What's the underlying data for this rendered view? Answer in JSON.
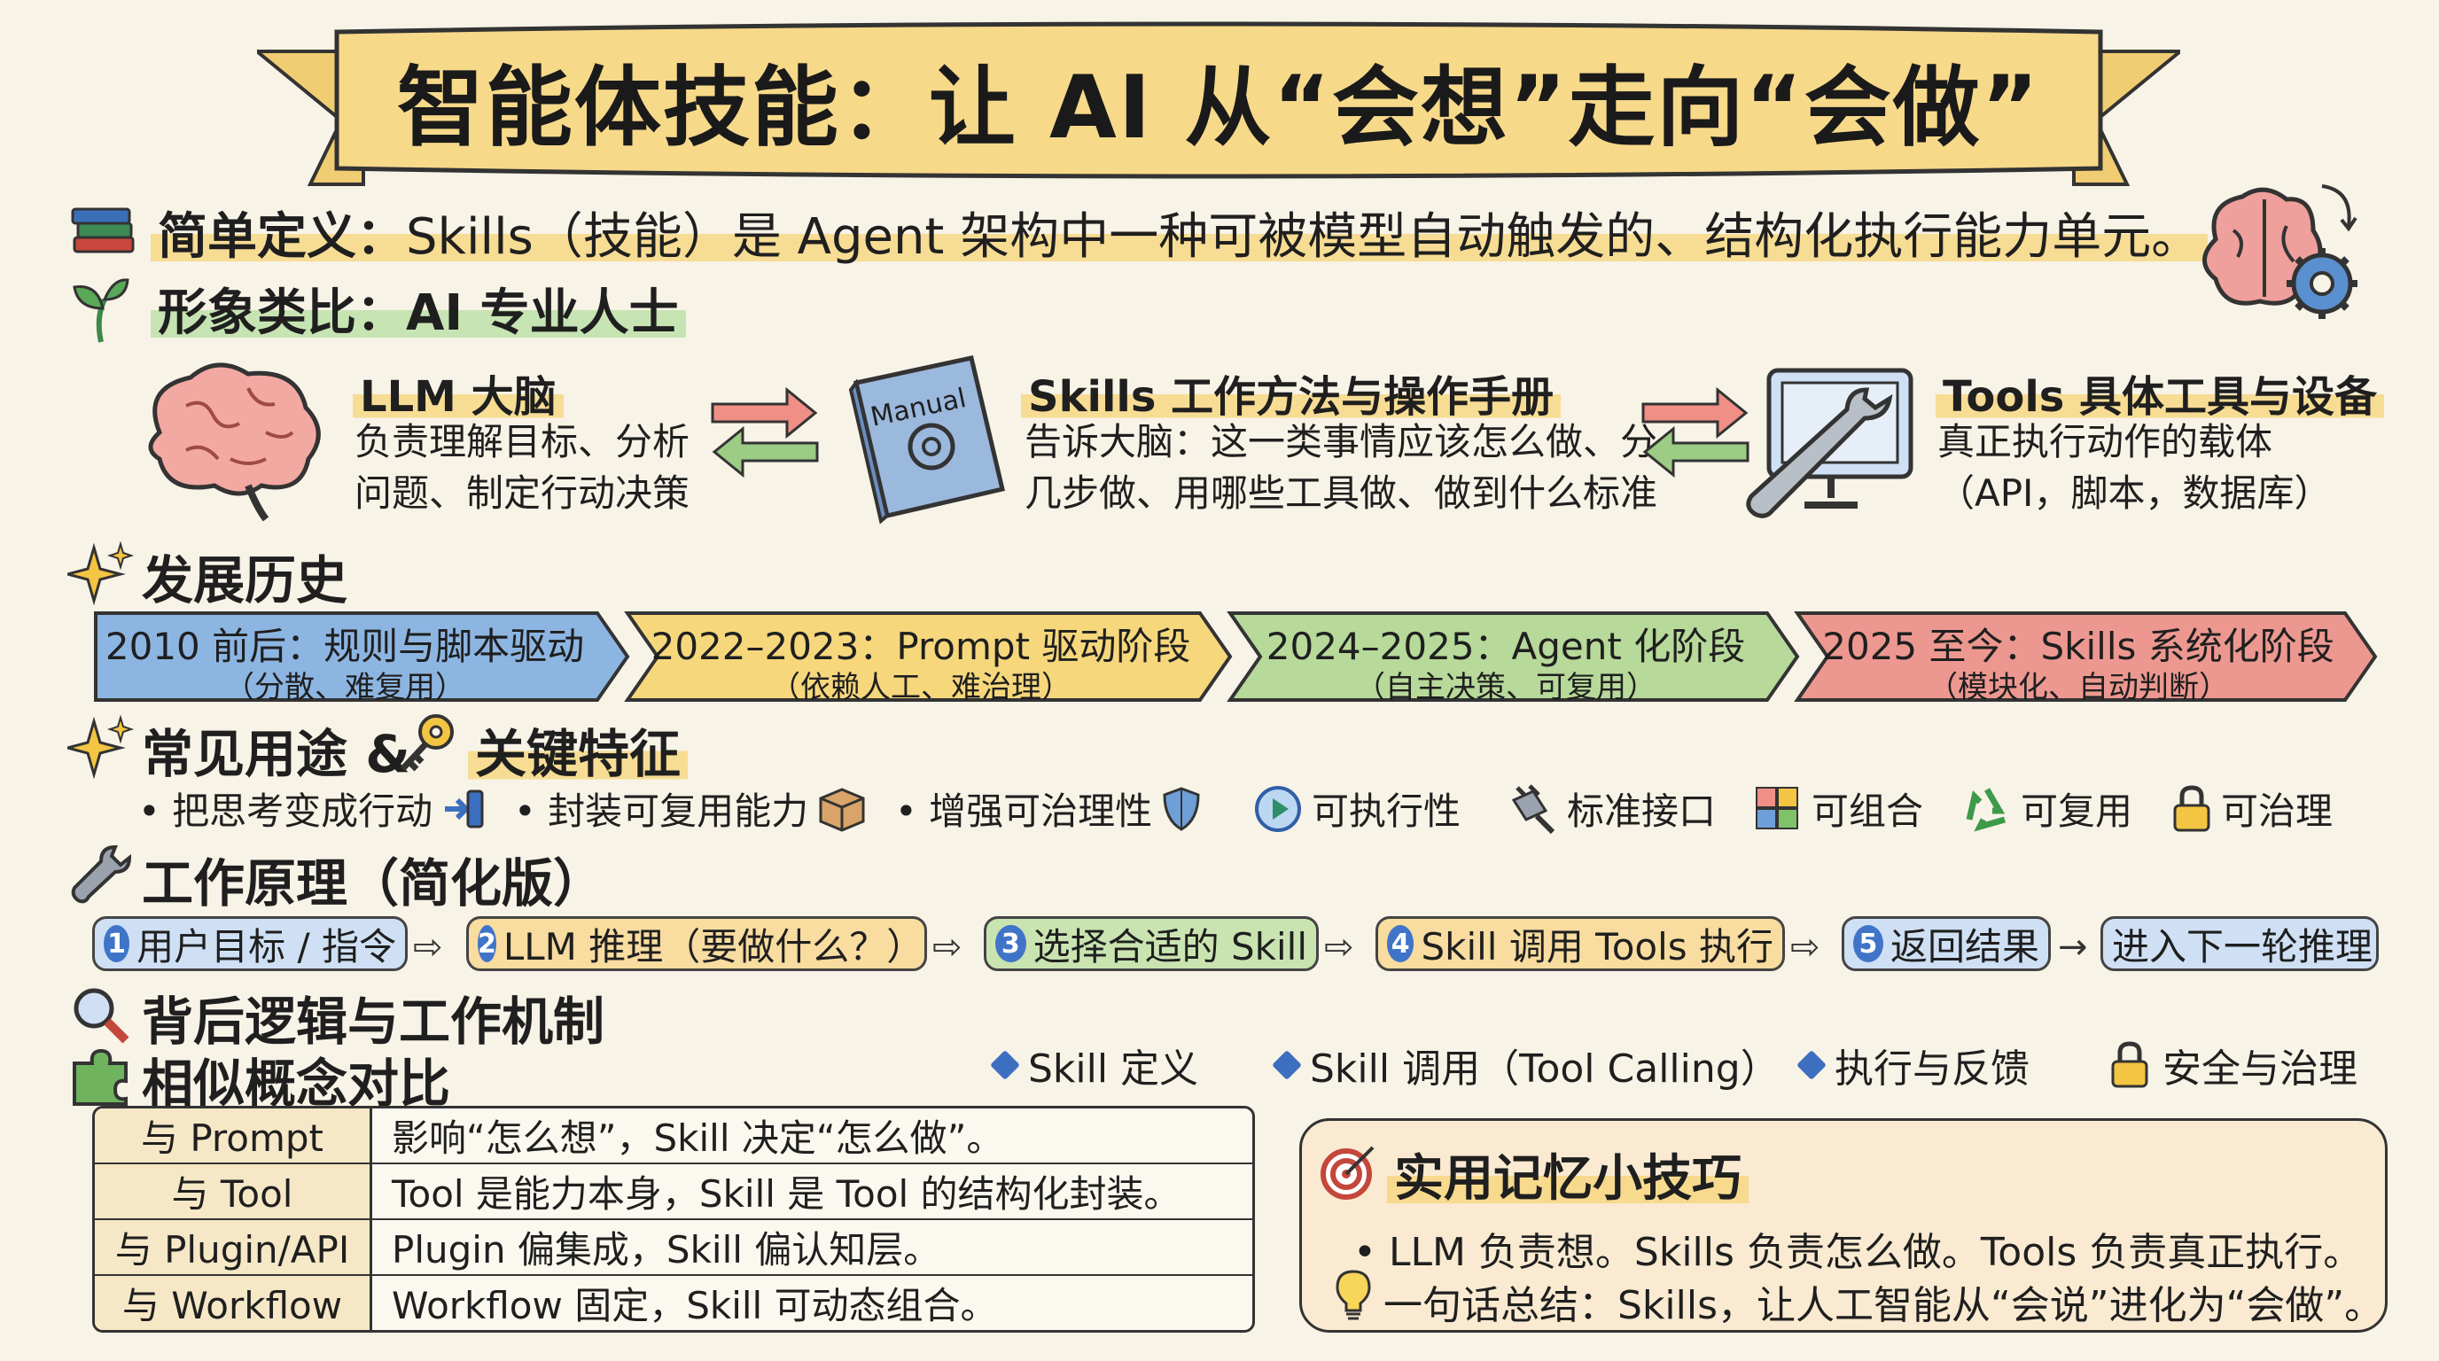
{
  "title": "智能体技能：让 AI 从“会想”走向“会做”",
  "definition": {
    "label": "简单定义：",
    "text": "Skills（技能）是 Agent 架构中一种可被模型自动触发的、结构化执行能力单元。"
  },
  "analogy": {
    "label": "形象类比：",
    "text": "AI 专业人士",
    "items": [
      {
        "title": "LLM 大脑",
        "desc": [
          "负责理解目标、分析",
          "问题、制定行动决策"
        ]
      },
      {
        "title": "Skills 工作方法与操作手册",
        "desc": [
          "告诉大脑：这一类事情应该怎么做、分",
          "几步做、用哪些工具做、做到什么标准"
        ],
        "book_label": "Manual"
      },
      {
        "title": "Tools 具体工具与设备",
        "desc": [
          "真正执行动作的载体",
          "（API，脚本，数据库）"
        ]
      }
    ]
  },
  "history": {
    "heading": "发展历史",
    "stages": [
      {
        "title": "2010 前后：规则与脚本驱动",
        "sub": "（分散、难复用）",
        "color": "#8db5e2"
      },
      {
        "title": "2022–2023：Prompt 驱动阶段",
        "sub": "（依赖人工、难治理）",
        "color": "#f6d77c"
      },
      {
        "title": "2024–2025：Agent 化阶段",
        "sub": "（自主决策、可复用）",
        "color": "#b7d99a"
      },
      {
        "title": "2025 至今：Skills 系统化阶段",
        "sub": "（模块化、自动判断）",
        "color": "#ec9890"
      }
    ]
  },
  "uses": {
    "heading_a": "常见用途 &",
    "heading_b": "关键特征",
    "items": [
      "• 把思考变成行动",
      "• 封装可复用能力",
      "• 增强可治理性"
    ],
    "features": [
      "可执行性",
      "标准接口",
      "可组合",
      "可复用",
      "可治理"
    ]
  },
  "principle": {
    "heading": "工作原理（简化版）",
    "steps": [
      {
        "num": "1",
        "label": "用户目标 / 指令",
        "color": "#cfe0f4"
      },
      {
        "num": "2",
        "label": "LLM 推理（要做什么？）",
        "color": "#f8dca0"
      },
      {
        "num": "3",
        "label": "选择合适的 Skill",
        "color": "#c9e4b1"
      },
      {
        "num": "4",
        "label": "Skill 调用 Tools 执行",
        "color": "#f8dca0"
      },
      {
        "num": "5",
        "label": "返回结果",
        "color": "#cfe0f4"
      },
      {
        "num": "",
        "label": "进入下一轮推理",
        "color": "#cfe0f4"
      }
    ]
  },
  "logic": {
    "heading": "背后逻辑与工作机制",
    "items": [
      "Skill 定义",
      "Skill 调用（Tool Calling）",
      "执行与反馈",
      "安全与治理"
    ]
  },
  "compare": {
    "heading": "相似概念对比",
    "rows": [
      {
        "k": "与 Prompt",
        "v": "影响“怎么想”，Skill 决定“怎么做”。"
      },
      {
        "k": "与 Tool",
        "v": "Tool 是能力本身，Skill 是 Tool 的结构化封装。"
      },
      {
        "k": "与 Plugin/API",
        "v": "Plugin 偏集成，Skill 偏认知层。"
      },
      {
        "k": "与 Workflow",
        "v": "Workflow 固定，Skill 可动态组合。"
      }
    ]
  },
  "tips": {
    "heading": "实用记忆小技巧",
    "line1": "• LLM 负责想。Skills 负责怎么做。Tools 负责真正执行。",
    "line2": "一句话总结：Skills，让人工智能从“会说”进化为“会做”。"
  }
}
